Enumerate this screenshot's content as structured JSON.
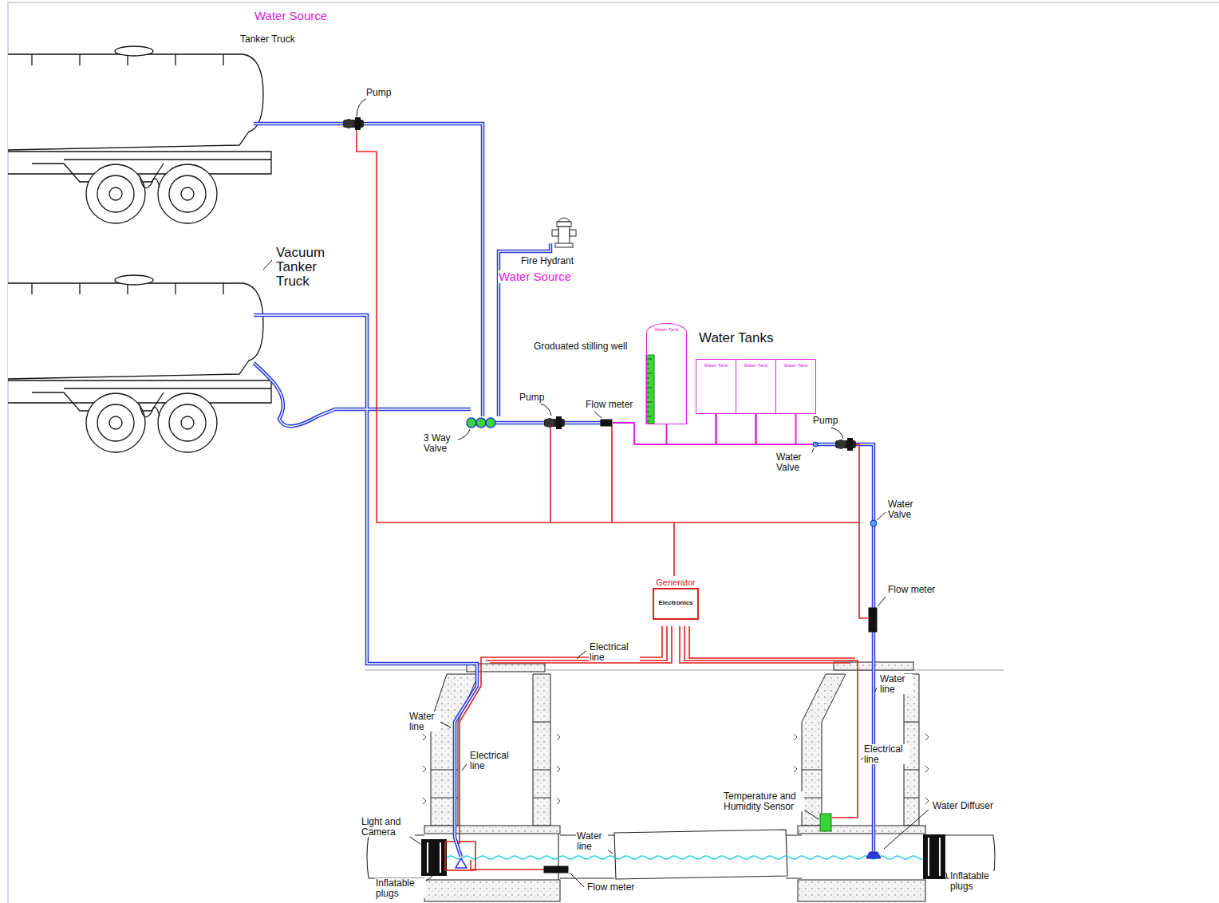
{
  "diagram": {
    "nodes": [
      {
        "text": [
          "Water Tank"
        ]
      },
      {
        "text": [
          "Water Tank"
        ]
      },
      {
        "text": [
          "Water Tank"
        ]
      },
      {
        "text": [
          "Water Tank"
        ]
      },
      {
        "text": [
          "Generator",
          "Electronics"
        ]
      }
    ],
    "edges": [
      {
        "from": 0,
        "to": 1,
        "arrow": "none"
      },
      {
        "from": 1,
        "to": 2,
        "arrow": "none"
      },
      {
        "from": 2,
        "to": 3,
        "arrow": "none"
      }
    ],
    "labels": [
      "Water Source",
      "Tanker Truck",
      "Pump",
      "Vacuum Tanker Truck",
      "Fire Hydrant",
      "Water Source",
      "Groduated stilling well",
      "Water Tanks",
      "Pump",
      "Flow meter",
      "3 Way Valve",
      "Pump",
      "Water Valve",
      "Water Valve",
      "Flow meter",
      "Electrical line",
      "Water line",
      "Electrical line",
      "Light and Camera",
      "Inflatable plugs",
      "Water line",
      "Flow meter",
      "Temperature and Humidity Sensor",
      "Electrical line",
      "Water line",
      "Water Diffuser",
      "Inflatable plugs"
    ]
  }
}
